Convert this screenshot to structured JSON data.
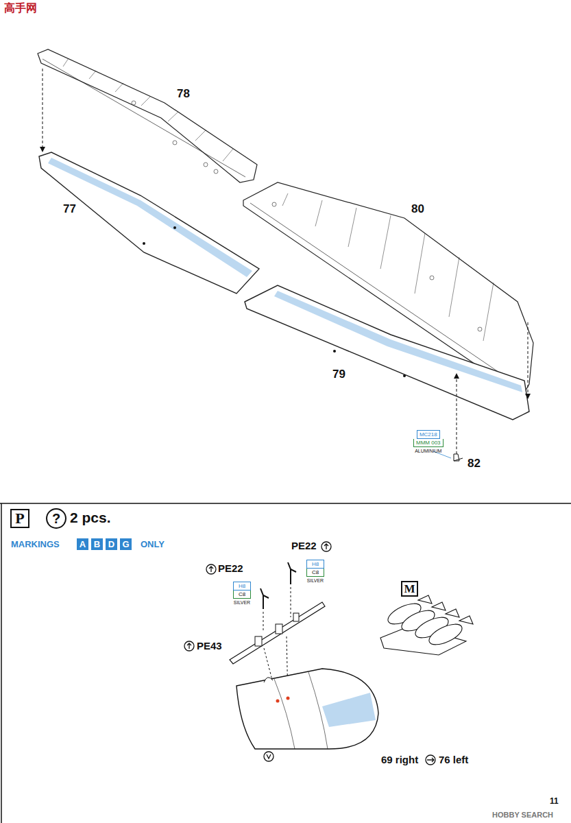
{
  "diagram": {
    "nodes": [
      {
        "text": [
          "P"
        ]
      },
      {
        "text": [
          "A"
        ]
      },
      {
        "text": [
          "B"
        ]
      },
      {
        "text": [
          "D"
        ]
      },
      {
        "text": [
          "G"
        ]
      },
      {
        "text": [
          "MC218",
          "MMM 003",
          "ALUMINIUM"
        ]
      },
      {
        "text": [
          "H8",
          "C8",
          "SILVER"
        ]
      },
      {
        "text": [
          "H8",
          "C8",
          "SILVER"
        ]
      },
      {
        "text": [
          "M"
        ]
      }
    ],
    "labels": [
      "高手网",
      "78",
      "77",
      "80",
      "79",
      "82",
      "2 pcs.",
      "MARKINGS",
      "ONLY",
      "PE22",
      "PE22",
      "PE43",
      "69 right",
      "76 left",
      "11",
      "HOBBY SEARCH",
      "?"
    ]
  }
}
